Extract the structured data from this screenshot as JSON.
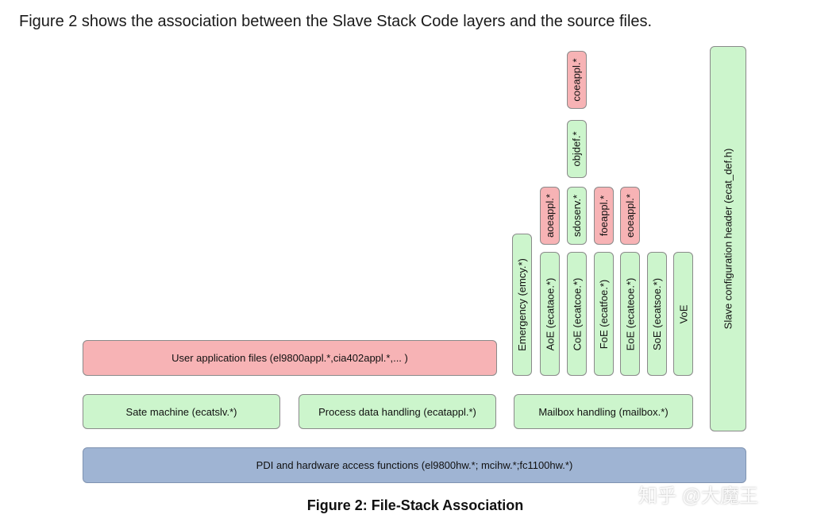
{
  "intro_text": "Figure 2 shows the association between the Slave Stack Code layers and the source files.",
  "caption": "Figure 2: File-Stack Association",
  "watermark": "知乎 @大魔王",
  "colors": {
    "application": "#f7b3b5",
    "stack_layer": "#ccf5cc",
    "hardware": "#9fb4d3"
  },
  "layers": {
    "hardware": "PDI and hardware access functions (el9800hw.*; mcihw.*;fc1100hw.*)",
    "state_machine": "Sate machine (ecatslv.*)",
    "process_data": "Process data handling (ecatappl.*)",
    "mailbox": "Mailbox handling (mailbox.*)",
    "user_application": "User application files (el9800appl.*,cia402appl.*,... )",
    "slave_config_header": "Slave configuration header (ecat_def.h)"
  },
  "mailbox_protocols": {
    "emergency": "Emergency (emcy.*)",
    "aoe": "AoE (ecataoe.*)",
    "coe": "CoE (ecatcoe.*)",
    "foe": "FoE (ecatfoe.*)",
    "eoe": "EoE (ecateoe.*)",
    "soe": "SoE (ecatsoe.*)",
    "voe": "VoE"
  },
  "protocol_files": {
    "aoeappl": "aoeappl.*",
    "sdoserv": "sdoserv.*",
    "objdef": "objdef.*",
    "coeappl": "coeappl.*",
    "foeappl": "foeappl.*",
    "eoeappl": "eoeappl.*"
  }
}
